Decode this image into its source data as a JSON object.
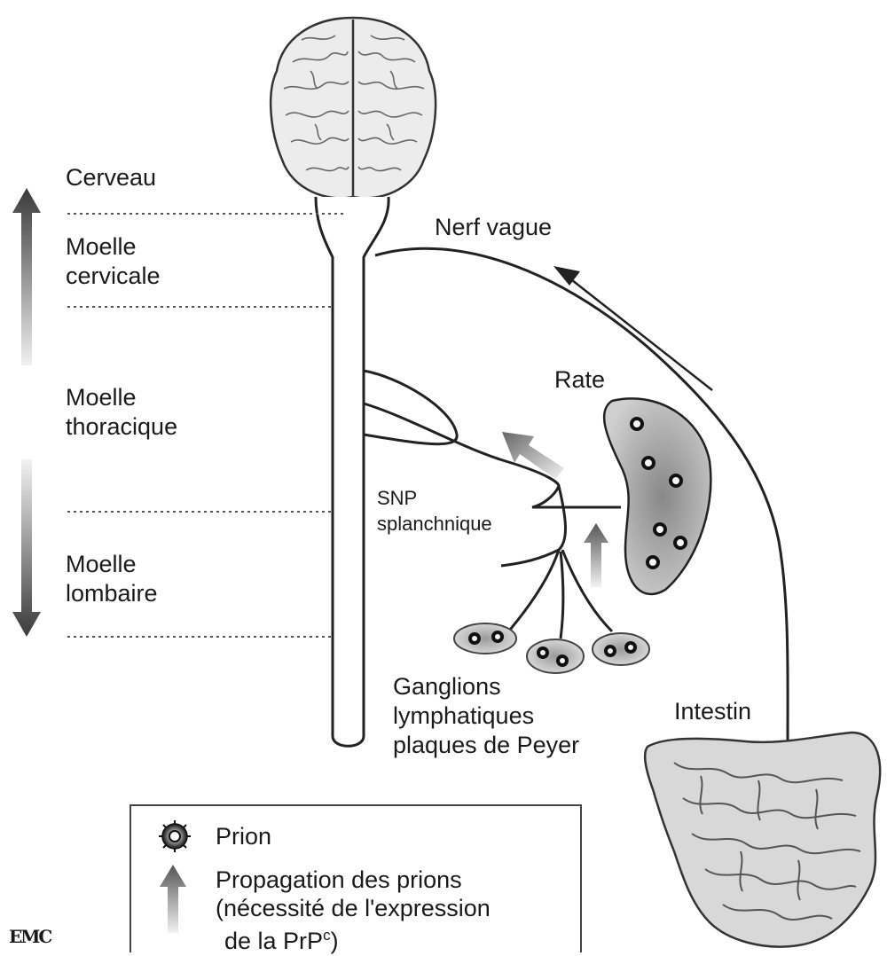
{
  "levels": {
    "cerveau": "Cerveau",
    "cervicale": "Moelle\ncervicale",
    "thoracique": "Moelle\nthoracique",
    "lombaire": "Moelle\nlombaire"
  },
  "labels": {
    "nerf_vague": "Nerf vague",
    "rate": "Rate",
    "snp": "SNP\nsplanchnique",
    "ganglions": "Ganglions\nlymphatiques\nplaques de Peyer",
    "intestin": "Intestin"
  },
  "legend": {
    "prion": "Prion",
    "propagation_line1": "Propagation des prions",
    "propagation_line2": "(nécessité de l'expression",
    "propagation_line3_prefix": "de la PrP",
    "propagation_line3_sup": "c",
    "propagation_line3_suffix": ")"
  },
  "credit": "EMC"
}
